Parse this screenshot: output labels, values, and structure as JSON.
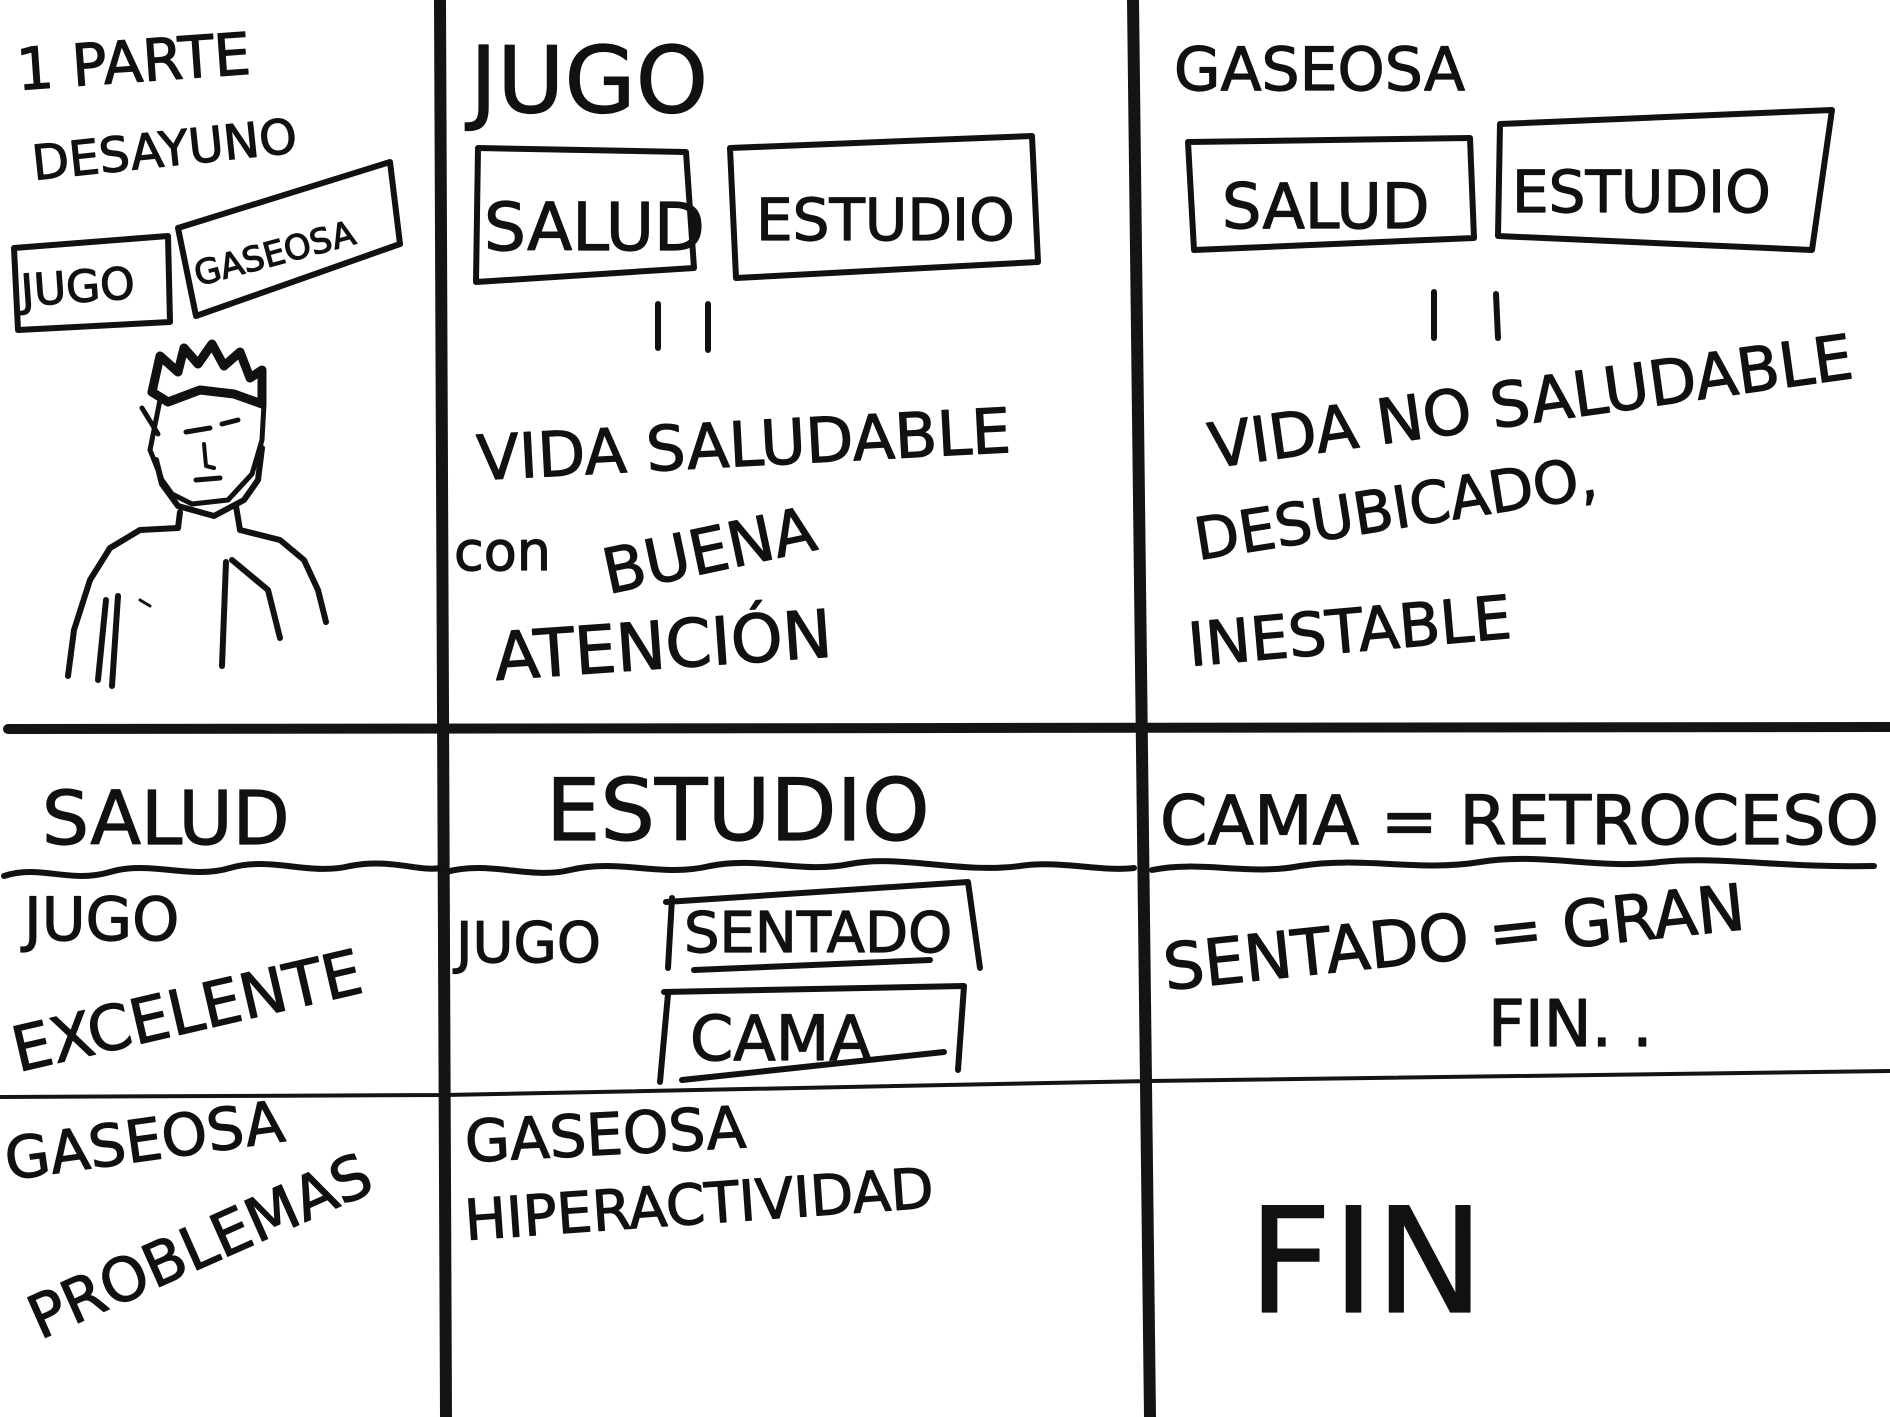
{
  "panels": {
    "p1": {
      "title_line1": "1 PARTE",
      "title_line2": "DESAYUNO",
      "box_left": "JUGO",
      "box_right": "GASEOSA"
    },
    "p2": {
      "title": "JUGO",
      "box_left": "SALUD",
      "box_right": "ESTUDIO",
      "line1": "VIDA SALUDABLE",
      "line2_a": "con",
      "line2_b": "BUENA",
      "line3": "ATENCIÓN"
    },
    "p3": {
      "title": "GASEOSA",
      "box_left": "SALUD",
      "box_right": "ESTUDIO",
      "line1": "VIDA NO SALUDABLE",
      "line2": "DESUBICADO,",
      "line3": "INESTABLE"
    },
    "p4": {
      "title": "SALUD",
      "line1": "JUGO",
      "line2": "EXCELENTE",
      "line3": "GASEOSA",
      "line4": "PROBLEMAS"
    },
    "p5": {
      "title": "ESTUDIO",
      "label": "JUGO",
      "box1": "SENTADO",
      "box2": "CAMA",
      "line1": "GASEOSA",
      "line2": "HIPERACTIVIDAD"
    },
    "p6": {
      "line1": "CAMA = RETROCESO",
      "line2": "SENTADO = GRAN",
      "line3": "FIN. .",
      "end": "FIN"
    }
  }
}
